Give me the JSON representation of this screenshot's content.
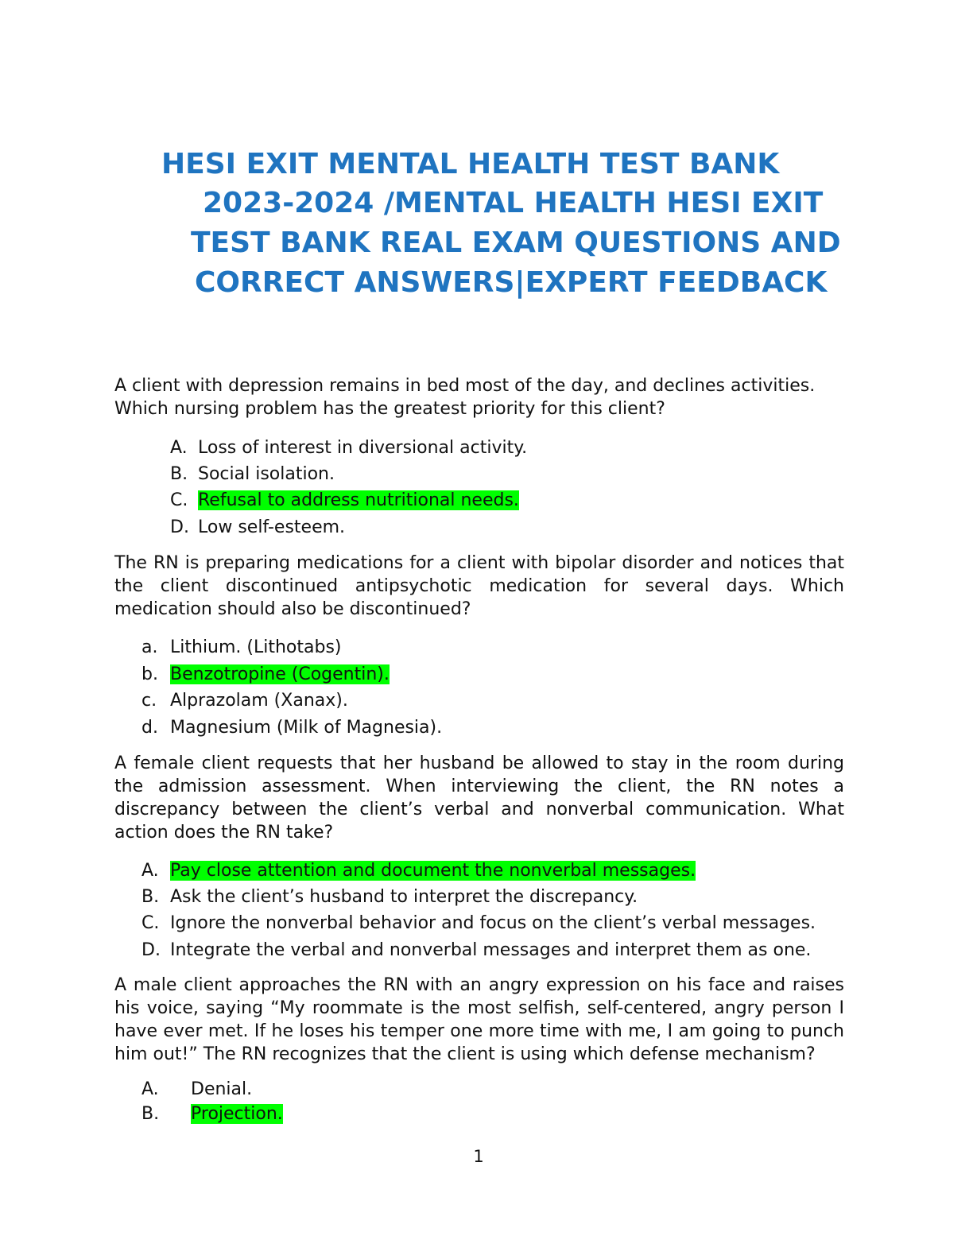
{
  "title_lines": [
    "HESI EXIT MENTAL HEALTH TEST BANK",
    "2023-2024 /MENTAL HEALTH HESI EXIT",
    "TEST BANK REAL EXAM QUESTIONS AND",
    "CORRECT ANSWERS|EXPERT FEEDBACK"
  ],
  "questions": [
    {
      "stem": "A client with depression remains in bed most of the day, and declines activities. Which nursing problem has the greatest priority for this client?",
      "options": [
        {
          "letter": "A.",
          "text": "Loss of interest in diversional activity.",
          "correct": false
        },
        {
          "letter": "B.",
          "text": "Social isolation.",
          "correct": false
        },
        {
          "letter": "C.",
          "text": "Refusal to address nutritional needs.",
          "correct": true
        },
        {
          "letter": "D.",
          "text": "Low self-esteem.",
          "correct": false
        }
      ]
    },
    {
      "stem": "The RN is preparing medications for a client with bipolar disorder and notices that the client discontinued antipsychotic medication for several days. Which medication should also be discontinued?",
      "options": [
        {
          "letter": "a.",
          "text": "Lithium. (Lithotabs)",
          "correct": false
        },
        {
          "letter": "b.",
          "text": "Benzotropine (Cogentin).",
          "correct": true
        },
        {
          "letter": "c.",
          "text": "Alprazolam (Xanax).",
          "correct": false
        },
        {
          "letter": "d.",
          "text": "Magnesium (Milk of Magnesia).",
          "correct": false
        }
      ]
    },
    {
      "stem": "A female client requests that her husband be allowed to stay in the room during the admission assessment. When interviewing the client, the RN notes a discrepancy between the client’s verbal and nonverbal communication. What action does the RN take?",
      "options": [
        {
          "letter": "A.",
          "text": "Pay close attention and document the nonverbal messages.",
          "correct": true
        },
        {
          "letter": "B.",
          "text": "Ask the client’s husband to interpret the discrepancy.",
          "correct": false
        },
        {
          "letter": "C.",
          "text": "Ignore the nonverbal behavior and focus on the client’s verbal messages.",
          "correct": false
        },
        {
          "letter": "D.",
          "text": "Integrate the verbal and nonverbal messages and interpret them as one.",
          "correct": false
        }
      ]
    },
    {
      "stem": "A male client approaches the RN with an angry expression on his face and raises his voice, saying “My roommate is the most selfish, self-centered, angry person I have ever met.  If he loses his temper one more time with me, I am going to punch him out!” The RN recognizes that the client is using which defense mechanism?",
      "options": [
        {
          "letter": "A.",
          "text": "Denial.",
          "correct": false
        },
        {
          "letter": "B.",
          "text": "Projection.",
          "correct": true
        }
      ]
    }
  ],
  "page_number": "1",
  "colors": {
    "title": "#1f74c0",
    "highlight": "#00ff00"
  }
}
